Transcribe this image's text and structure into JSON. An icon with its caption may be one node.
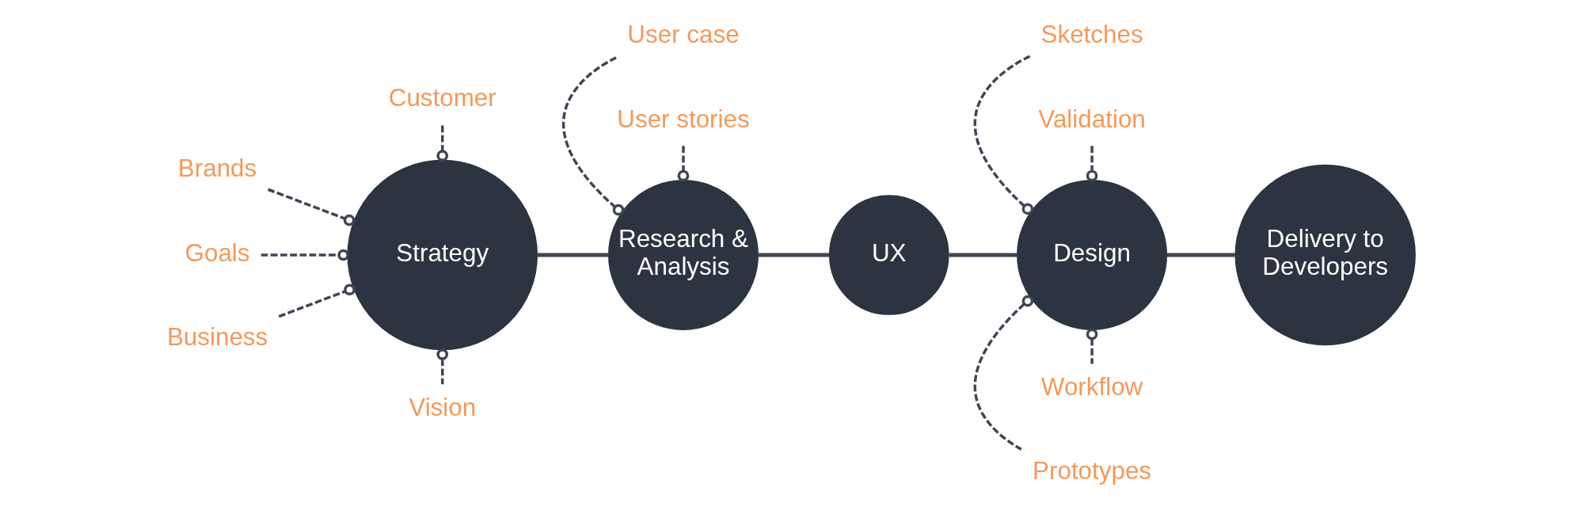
{
  "diagram": {
    "nodes": [
      {
        "text": [
          "Strategy"
        ]
      },
      {
        "text": [
          "Research & Analysis"
        ]
      },
      {
        "text": [
          "UX"
        ]
      },
      {
        "text": [
          "Design"
        ]
      },
      {
        "text": [
          "Delivery to Developers"
        ]
      },
      {
        "text": [
          "Customer"
        ]
      },
      {
        "text": [
          "Brands"
        ]
      },
      {
        "text": [
          "Goals"
        ]
      },
      {
        "text": [
          "Business"
        ]
      },
      {
        "text": [
          "Vision"
        ]
      },
      {
        "text": [
          "User case"
        ]
      },
      {
        "text": [
          "User stories"
        ]
      },
      {
        "text": [
          "Sketches"
        ]
      },
      {
        "text": [
          "Validation"
        ]
      },
      {
        "text": [
          "Prototypes"
        ]
      },
      {
        "text": [
          "Workflow"
        ]
      }
    ],
    "edges": [
      {
        "from": 0,
        "to": 1,
        "arrow": "none"
      },
      {
        "from": 1,
        "to": 2,
        "arrow": "none"
      },
      {
        "from": 2,
        "to": 3,
        "arrow": "none"
      },
      {
        "from": 3,
        "to": 4,
        "arrow": "none"
      },
      {
        "from": 5,
        "to": 0,
        "arrow": "other",
        "style": "dashed"
      },
      {
        "from": 6,
        "to": 0,
        "arrow": "other",
        "style": "dashed"
      },
      {
        "from": 7,
        "to": 0,
        "arrow": "other",
        "style": "dashed"
      },
      {
        "from": 8,
        "to": 0,
        "arrow": "other",
        "style": "dashed"
      },
      {
        "from": 9,
        "to": 0,
        "arrow": "other",
        "style": "dashed"
      },
      {
        "from": 10,
        "to": 1,
        "arrow": "other",
        "style": "dashed"
      },
      {
        "from": 11,
        "to": 1,
        "arrow": "other",
        "style": "dashed"
      },
      {
        "from": 12,
        "to": 3,
        "arrow": "other",
        "style": "dashed"
      },
      {
        "from": 13,
        "to": 3,
        "arrow": "other",
        "style": "dashed"
      },
      {
        "from": 14,
        "to": 3,
        "arrow": "other",
        "style": "dashed"
      },
      {
        "from": 15,
        "to": 3,
        "arrow": "other",
        "style": "dashed"
      }
    ]
  }
}
